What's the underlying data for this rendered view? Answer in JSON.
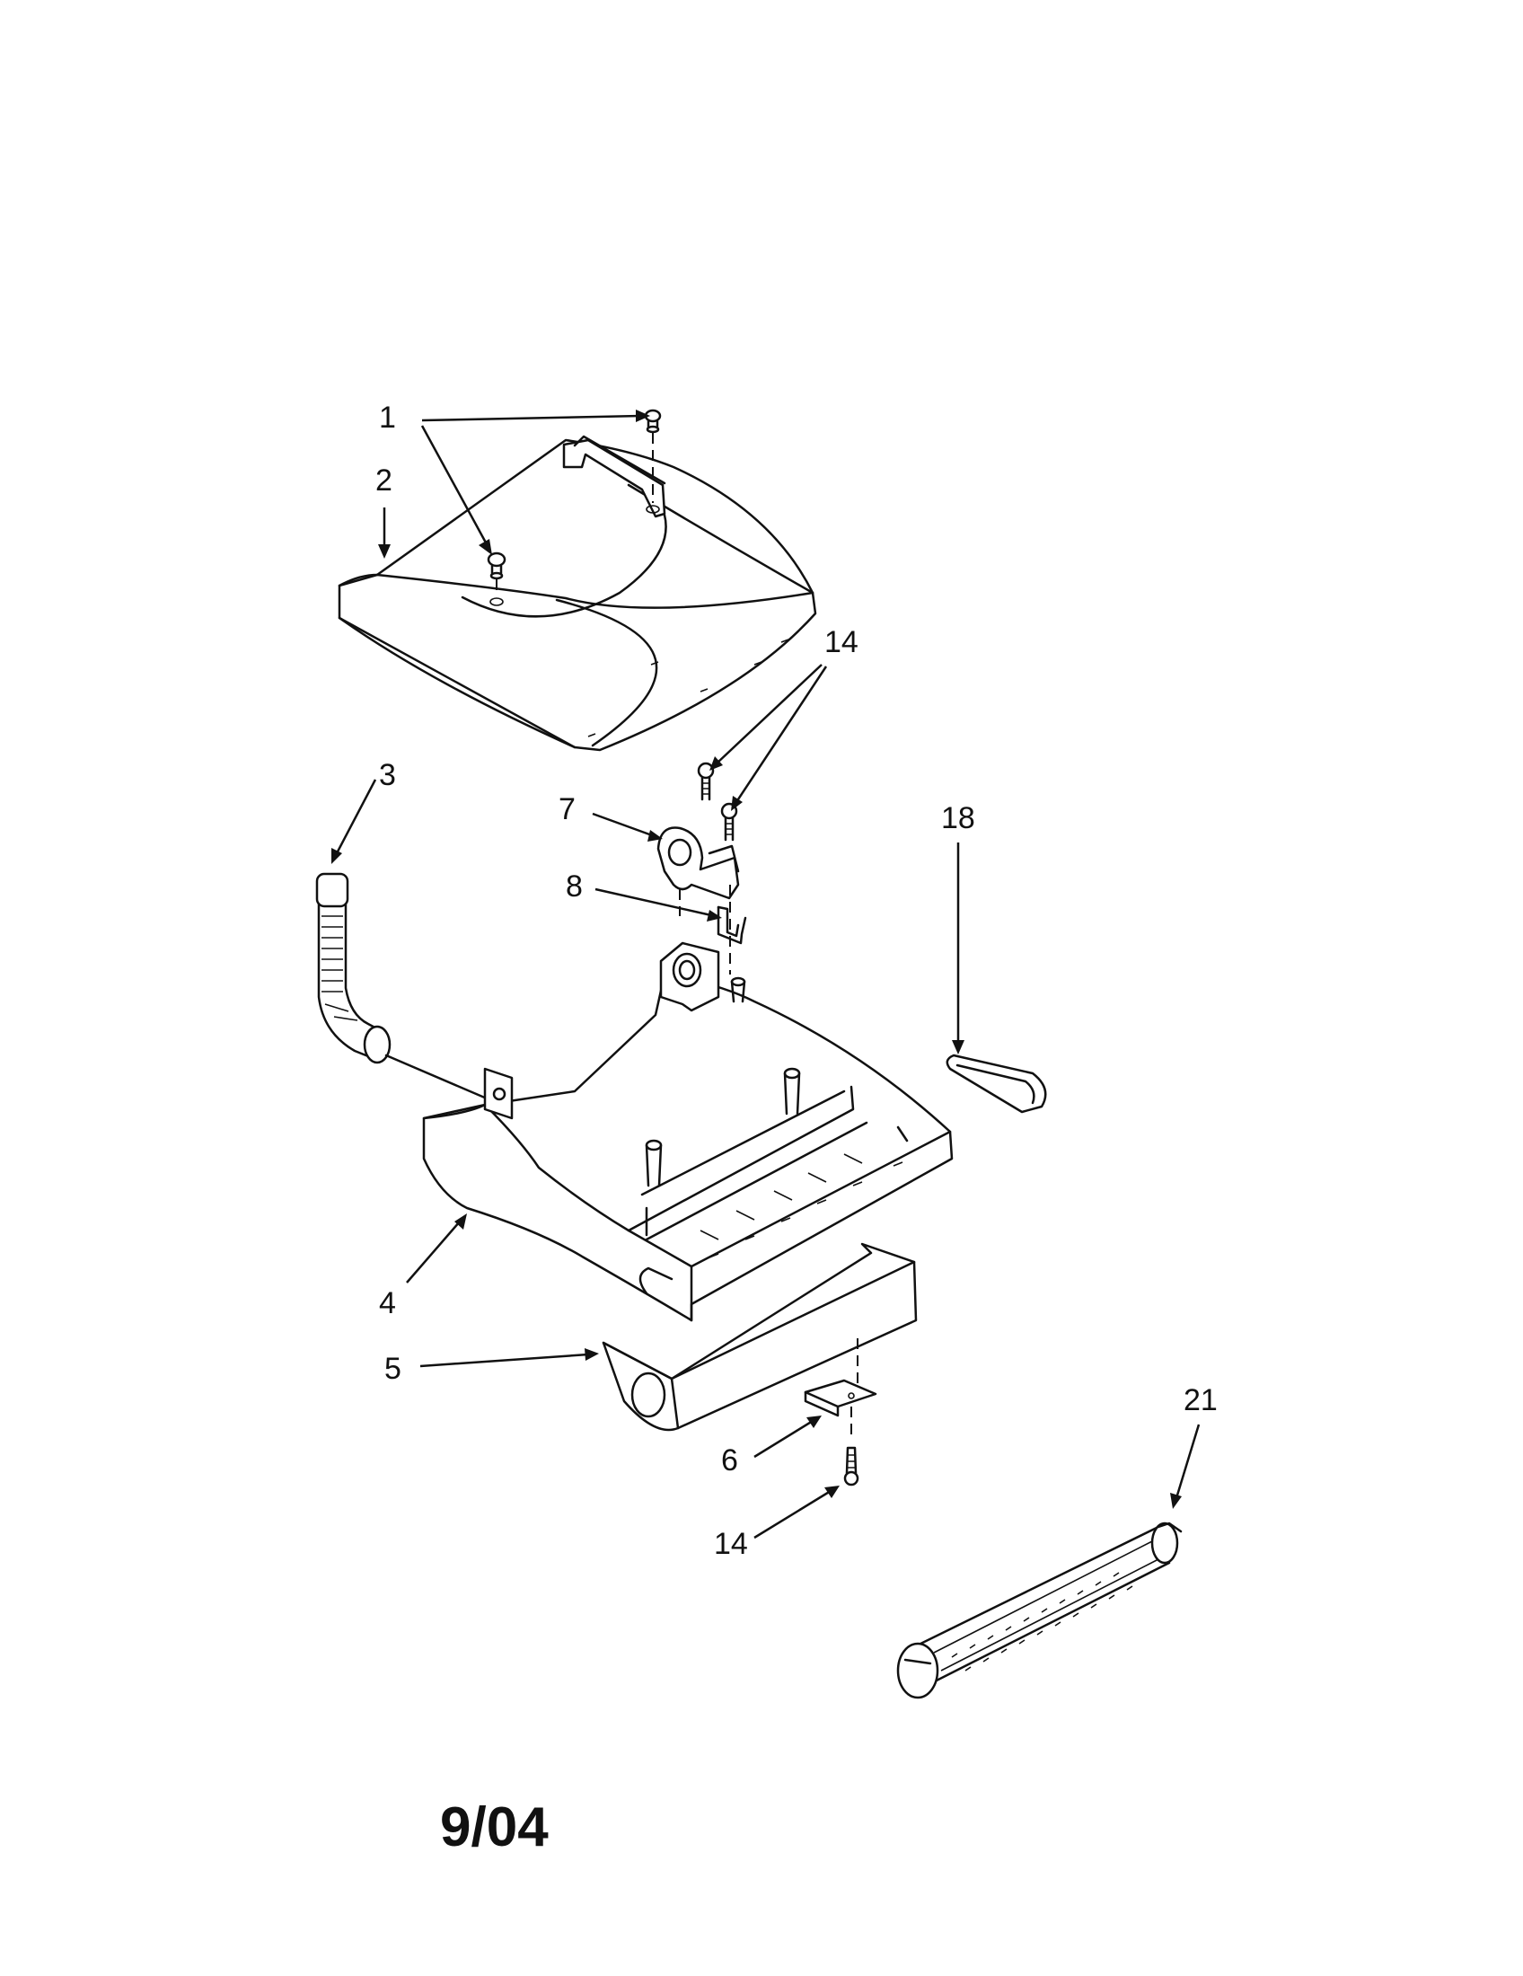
{
  "callouts": {
    "c1": "1",
    "c2": "2",
    "c3": "3",
    "c4": "4",
    "c5": "5",
    "c6": "6",
    "c7": "7",
    "c8": "8",
    "c14_top": "14",
    "c14_bottom": "14",
    "c18": "18",
    "c21": "21"
  },
  "date_code": "9/04"
}
